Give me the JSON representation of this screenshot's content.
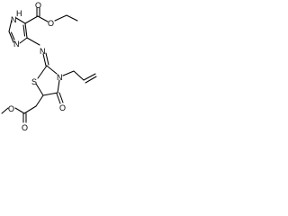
{
  "molecule": {
    "atoms": {
      "n_imidazole_h": "N",
      "h_on_n": "H",
      "n_imidazole": "N",
      "o_ester_carbonyl": "O",
      "o_ester_ether": "O",
      "n_imine": "N",
      "s_ring": "S",
      "n_ring": "N",
      "o_ring_carbonyl": "O",
      "o_acetate_carbonyl": "O",
      "o_acetate_ether": "O"
    },
    "colors": {
      "bond": "#000000",
      "label": "#000000"
    }
  }
}
